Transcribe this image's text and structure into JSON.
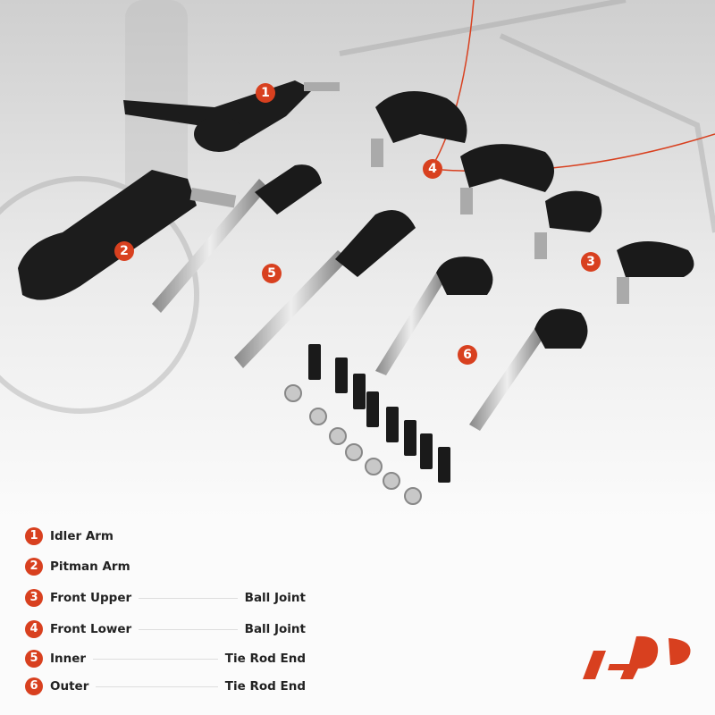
{
  "callouts": [
    "1",
    "2",
    "3",
    "4",
    "5",
    "6"
  ],
  "legend": [
    {
      "num": "1",
      "left": "Idler Arm",
      "right": ""
    },
    {
      "num": "2",
      "left": "Pitman Arm",
      "right": ""
    },
    {
      "num": "3",
      "left": "Front Upper",
      "right": "Ball Joint"
    },
    {
      "num": "4",
      "left": "Front Lower",
      "right": "Ball Joint"
    },
    {
      "num": "5",
      "left": "Inner",
      "right": "Tie Rod End"
    },
    {
      "num": "6",
      "left": "Outer",
      "right": "Tie Rod End"
    }
  ],
  "brand": {
    "logo_text": "AP",
    "color": "#d8401f"
  }
}
